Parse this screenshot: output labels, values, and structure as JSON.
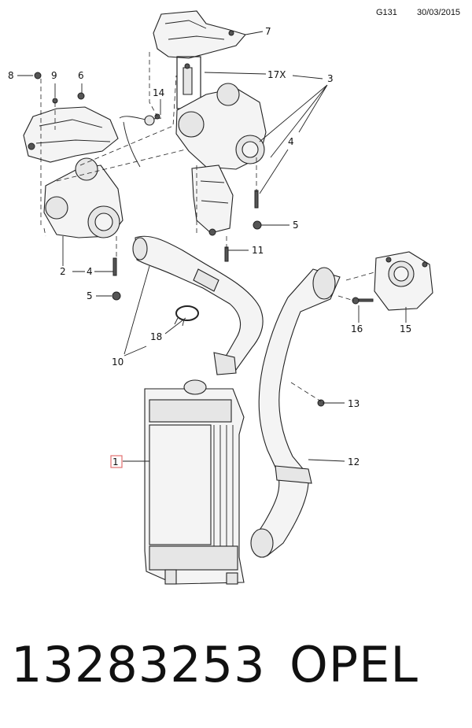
{
  "header": {
    "code": "G131",
    "date": "30/03/2015"
  },
  "callouts": {
    "c1": "1",
    "c2": "2",
    "c3": "3",
    "c4a": "4",
    "c4b": "4",
    "c5a": "5",
    "c5b": "5",
    "c6": "6",
    "c7": "7",
    "c8": "8",
    "c9": "9",
    "c10": "10",
    "c11": "11",
    "c12": "12",
    "c13": "13",
    "c14": "14",
    "c15": "15",
    "c16": "16",
    "c17x": "17X",
    "c18": "18"
  },
  "footer": {
    "part_number": "13283253",
    "brand": "OPEL"
  }
}
